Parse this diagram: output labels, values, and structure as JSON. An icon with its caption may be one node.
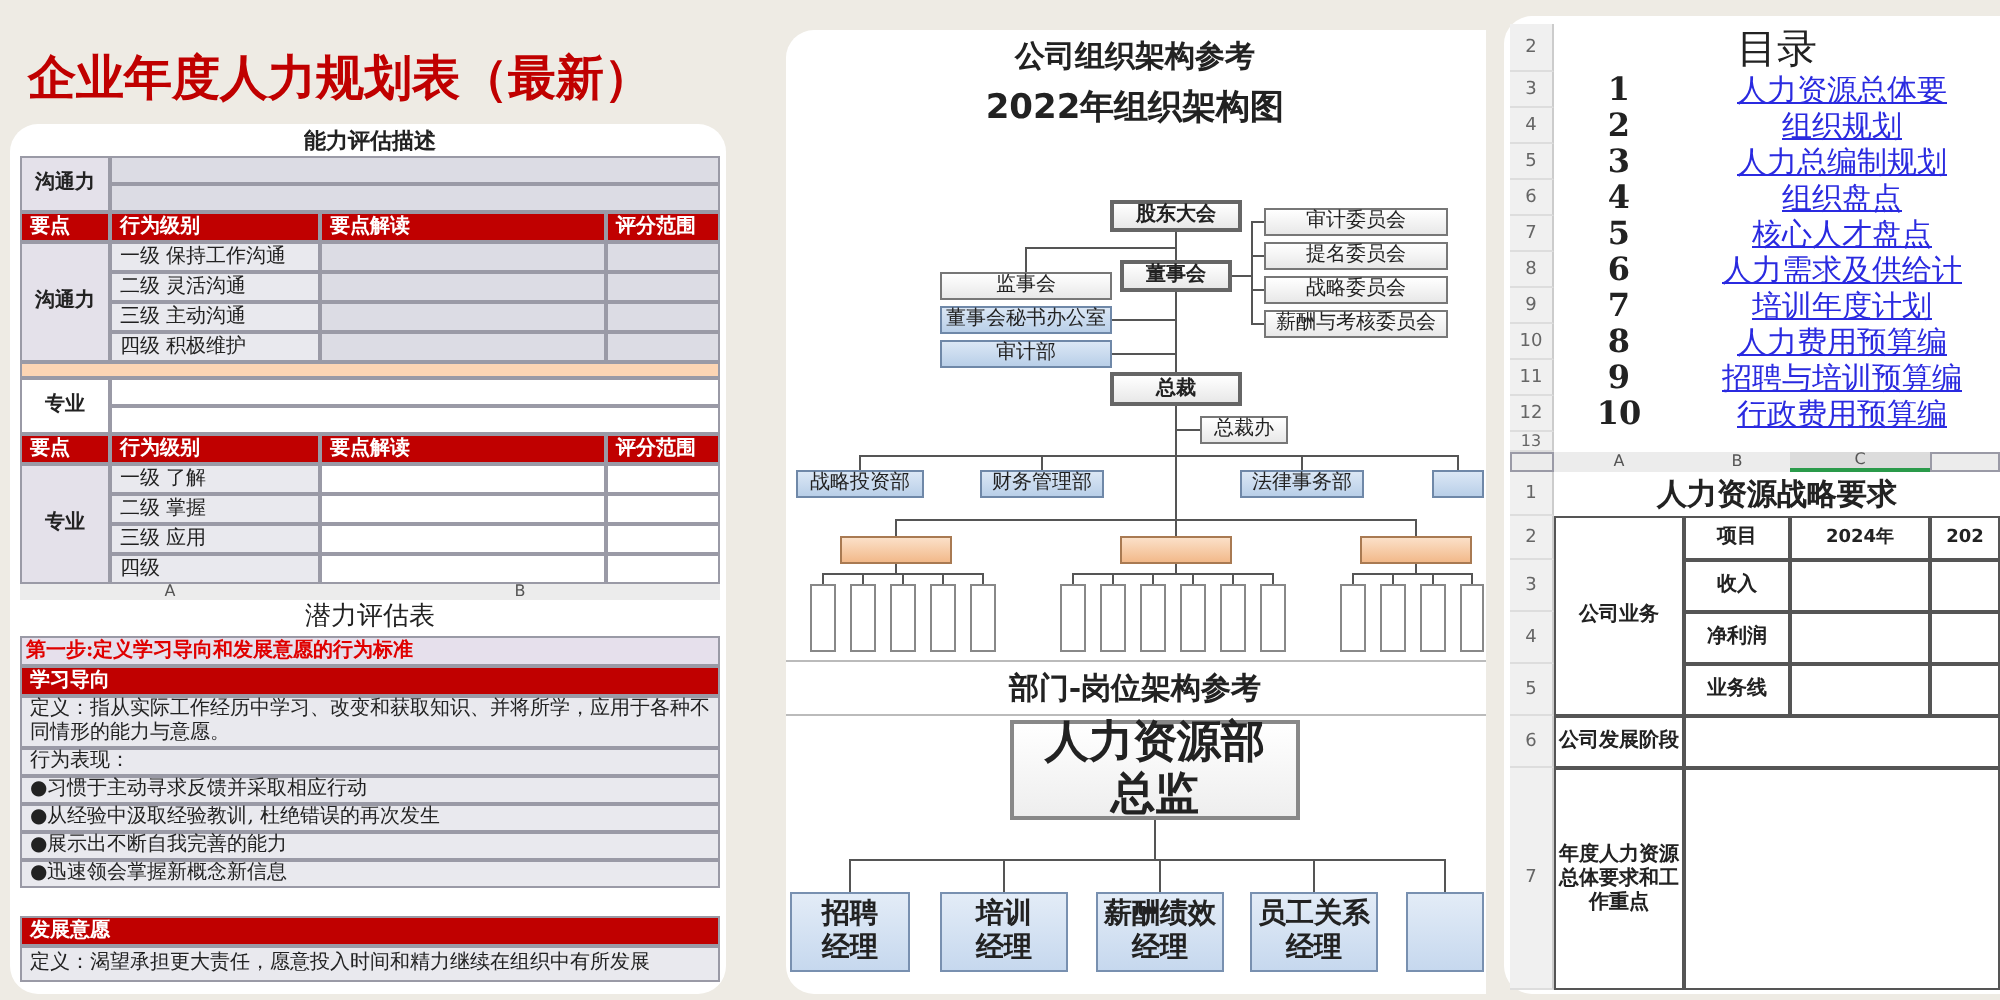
{
  "diagram": {
    "title": "企业年度人力规划表（最新）",
    "nodes": [
      {
        "text": [
          "股东大会"
        ]
      },
      {
        "text": [
          "董事会"
        ]
      },
      {
        "text": [
          "监事会"
        ]
      },
      {
        "text": [
          "董事会秘书办公室"
        ]
      },
      {
        "text": [
          "审计部"
        ]
      },
      {
        "text": [
          "审计委员会"
        ]
      },
      {
        "text": [
          "提名委员会"
        ]
      },
      {
        "text": [
          "战略委员会"
        ]
      },
      {
        "text": [
          "薪酬与考核委员会"
        ]
      },
      {
        "text": [
          "总裁"
        ]
      },
      {
        "text": [
          "总裁办"
        ]
      },
      {
        "text": [
          "战略投资部"
        ]
      },
      {
        "text": [
          "财务管理部"
        ]
      },
      {
        "text": [
          "法律事务部"
        ]
      },
      {
        "text": [],
        "shape": "box"
      },
      {
        "text": [],
        "shape": "box"
      },
      {
        "text": [],
        "shape": "box"
      },
      {
        "text": [],
        "shape": "box"
      },
      {
        "text": [],
        "shape": "box"
      },
      {
        "text": [],
        "shape": "box"
      },
      {
        "text": [],
        "shape": "box"
      },
      {
        "text": [],
        "shape": "box"
      },
      {
        "text": [],
        "shape": "box"
      },
      {
        "text": [],
        "shape": "box"
      },
      {
        "text": [],
        "shape": "box"
      },
      {
        "text": [],
        "shape": "box"
      },
      {
        "text": [],
        "shape": "box"
      },
      {
        "text": [],
        "shape": "box"
      },
      {
        "text": [],
        "shape": "box"
      },
      {
        "text": [],
        "shape": "box"
      },
      {
        "text": [],
        "shape": "box"
      },
      {
        "text": [],
        "shape": "box"
      },
      {
        "text": [],
        "shape": "box"
      },
      {
        "text": [
          "人力资源部总监"
        ]
      },
      {
        "text": [
          "招聘经理"
        ]
      },
      {
        "text": [
          "培训经理"
        ]
      },
      {
        "text": [
          "薪酬绩效经理"
        ]
      },
      {
        "text": [
          "员工关系经理"
        ]
      },
      {
        "text": [],
        "shape": "box"
      }
    ],
    "edges": [
      {
        "from": 0,
        "to": 1,
        "arrow": "none"
      },
      {
        "from": 0,
        "to": 2,
        "arrow": "none"
      },
      {
        "from": 1,
        "to": 5,
        "arrow": "none"
      },
      {
        "from": 1,
        "to": 6,
        "arrow": "none"
      },
      {
        "from": 1,
        "to": 7,
        "arrow": "none"
      },
      {
        "from": 1,
        "to": 8,
        "arrow": "none"
      },
      {
        "from": 1,
        "to": 3,
        "arrow": "none"
      },
      {
        "from": 1,
        "to": 4,
        "arrow": "none"
      },
      {
        "from": 1,
        "to": 9,
        "arrow": "none"
      },
      {
        "from": 9,
        "to": 10,
        "arrow": "none"
      },
      {
        "from": 9,
        "to": 11,
        "arrow": "none"
      },
      {
        "from": 9,
        "to": 12,
        "arrow": "none"
      },
      {
        "from": 9,
        "to": 13,
        "arrow": "none"
      },
      {
        "from": 9,
        "to": 14,
        "arrow": "none"
      },
      {
        "from": 9,
        "to": 15,
        "arrow": "none"
      },
      {
        "from": 9,
        "to": 16,
        "arrow": "none"
      },
      {
        "from": 9,
        "to": 17,
        "arrow": "none"
      },
      {
        "from": 15,
        "to": 18,
        "arrow": "none"
      },
      {
        "from": 15,
        "to": 19,
        "arrow": "none"
      },
      {
        "from": 15,
        "to": 20,
        "arrow": "none"
      },
      {
        "from": 15,
        "to": 21,
        "arrow": "none"
      },
      {
        "from": 15,
        "to": 22,
        "arrow": "none"
      },
      {
        "from": 16,
        "to": 23,
        "arrow": "none"
      },
      {
        "from": 16,
        "to": 24,
        "arrow": "none"
      },
      {
        "from": 16,
        "to": 25,
        "arrow": "none"
      },
      {
        "from": 16,
        "to": 26,
        "arrow": "none"
      },
      {
        "from": 16,
        "to": 27,
        "arrow": "none"
      },
      {
        "from": 16,
        "to": 28,
        "arrow": "none"
      },
      {
        "from": 17,
        "to": 29,
        "arrow": "none"
      },
      {
        "from": 17,
        "to": 30,
        "arrow": "none"
      },
      {
        "from": 17,
        "to": 31,
        "arrow": "none"
      },
      {
        "from": 17,
        "to": 32,
        "arrow": "none"
      },
      {
        "from": 33,
        "to": 34,
        "arrow": "none"
      },
      {
        "from": 33,
        "to": 35,
        "arrow": "none"
      },
      {
        "from": 33,
        "to": 36,
        "arrow": "none"
      },
      {
        "from": 33,
        "to": 37,
        "arrow": "none"
      },
      {
        "from": 33,
        "to": 38,
        "arrow": "none"
      }
    ],
    "labels": [
      "能力评估描述",
      "沟通力",
      "要点",
      "行为级别",
      "要点解读",
      "评分范围",
      "沟通力",
      "一级 保持工作沟通",
      "二级 灵活沟通",
      "三级 主动沟通",
      "四级 积极维护",
      "专业",
      "要点",
      "行为级别",
      "要点解读",
      "评分范围",
      "专业",
      "一级 了解",
      "二级 掌握",
      "三级 应用",
      "四级",
      "A",
      "B",
      "潜力评估表",
      "第一步:定义学习导向和发展意愿的行为标准",
      "学习导向",
      "定义：指从实际工作经历中学习、改变和获取知识、并将所学，应用于各种不同情形的能力与意愿。",
      "行为表现：",
      "●习惯于主动寻求反馈并采取相应行动",
      "●从经验中汲取经验教训, 杜绝错误的再次发生",
      "●展示出不断自我完善的能力",
      "●迅速领会掌握新概念新信息",
      "发展意愿",
      "定义：渴望承担更大责任，愿意投入时间和精力继续在组织中有所发展",
      "公司组织架构参考",
      "2022年组织架构图",
      "部门-岗位架构参考",
      "2",
      "目录",
      "3",
      "1",
      "人力资源总体要",
      "4",
      "2",
      "组织规划",
      "5",
      "3",
      "人力总编制规划",
      "6",
      "4",
      "组织盘点",
      "7",
      "5",
      "核心人才盘点",
      "8",
      "6",
      "人力需求及供给计",
      "9",
      "7",
      "培训年度计划",
      "10",
      "8",
      "人力费用预算编",
      "11",
      "9",
      "招聘与培训预算编",
      "12",
      "10",
      "行政费用预算编",
      "13",
      "A",
      "B",
      "C",
      "1",
      "人力资源战略要求",
      "2",
      "项目",
      "2024年",
      "202",
      "公司业务",
      "3",
      "收入",
      "4",
      "净利润",
      "5",
      "业务线",
      "6",
      "公司发展阶段",
      "7",
      "年度人力资源总体要求和工作重点"
    ]
  }
}
